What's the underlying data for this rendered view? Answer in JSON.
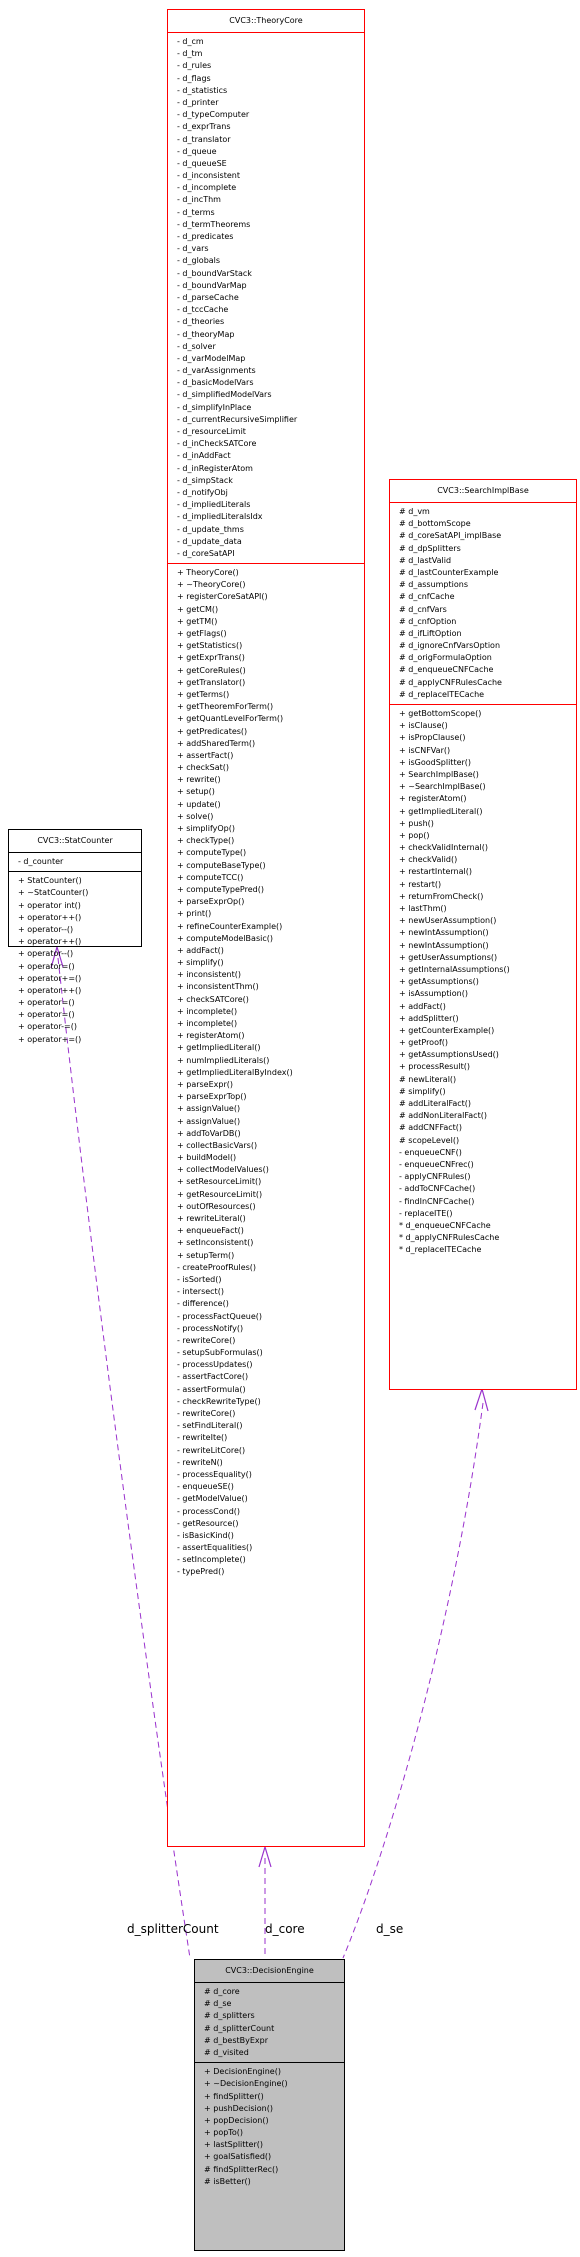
{
  "classes": {
    "theory_core": {
      "name": "CVC3::TheoryCore",
      "attributes": [
        "- d_cm",
        "- d_tm",
        "- d_rules",
        "- d_flags",
        "- d_statistics",
        "- d_printer",
        "- d_typeComputer",
        "- d_exprTrans",
        "- d_translator",
        "- d_queue",
        "- d_queueSE",
        "- d_inconsistent",
        "- d_incomplete",
        "- d_incThm",
        "- d_terms",
        "- d_termTheorems",
        "- d_predicates",
        "- d_vars",
        "- d_globals",
        "- d_boundVarStack",
        "- d_boundVarMap",
        "- d_parseCache",
        "- d_tccCache",
        "- d_theories",
        "- d_theoryMap",
        "- d_solver",
        "- d_varModelMap",
        "- d_varAssignments",
        "- d_basicModelVars",
        "- d_simplifiedModelVars",
        "- d_simplifyInPlace",
        "- d_currentRecursiveSimplifier",
        "- d_resourceLimit",
        "- d_inCheckSATCore",
        "- d_inAddFact",
        "- d_inRegisterAtom",
        "- d_simpStack",
        "- d_notifyObj",
        "- d_impliedLiterals",
        "- d_impliedLiteralsIdx",
        "- d_update_thms",
        "- d_update_data",
        "- d_coreSatAPI"
      ],
      "methods": [
        "+ TheoryCore()",
        "+ ~TheoryCore()",
        "+ registerCoreSatAPI()",
        "+ getCM()",
        "+ getTM()",
        "+ getFlags()",
        "+ getStatistics()",
        "+ getExprTrans()",
        "+ getCoreRules()",
        "+ getTranslator()",
        "+ getTerms()",
        "+ getTheoremForTerm()",
        "+ getQuantLevelForTerm()",
        "+ getPredicates()",
        "+ addSharedTerm()",
        "+ assertFact()",
        "+ checkSat()",
        "+ rewrite()",
        "+ setup()",
        "+ update()",
        "+ solve()",
        "+ simplifyOp()",
        "+ checkType()",
        "+ computeType()",
        "+ computeBaseType()",
        "+ computeTCC()",
        "+ computeTypePred()",
        "+ parseExprOp()",
        "+ print()",
        "+ refineCounterExample()",
        "+ computeModelBasic()",
        "+ addFact()",
        "+ simplify()",
        "+ inconsistent()",
        "+ inconsistentThm()",
        "+ checkSATCore()",
        "+ incomplete()",
        "+ incomplete()",
        "+ registerAtom()",
        "+ getImpliedLiteral()",
        "+ numImpliedLiterals()",
        "+ getImpliedLiteralByIndex()",
        "+ parseExpr()",
        "+ parseExprTop()",
        "+ assignValue()",
        "+ assignValue()",
        "+ addToVarDB()",
        "+ collectBasicVars()",
        "+ buildModel()",
        "+ collectModelValues()",
        "+ setResourceLimit()",
        "+ getResourceLimit()",
        "+ outOfResources()",
        "+ rewriteLiteral()",
        "+ enqueueFact()",
        "+ setInconsistent()",
        "+ setupTerm()",
        "- createProofRules()",
        "- isSorted()",
        "- intersect()",
        "- difference()",
        "- processFactQueue()",
        "- processNotify()",
        "- rewriteCore()",
        "- setupSubFormulas()",
        "- processUpdates()",
        "- assertFactCore()",
        "- assertFormula()",
        "- checkRewriteType()",
        "- rewriteCore()",
        "- setFindLiteral()",
        "- rewriteIte()",
        "- rewriteLitCore()",
        "- rewriteN()",
        "- processEquality()",
        "- enqueueSE()",
        "- getModelValue()",
        "- processCond()",
        "- getResource()",
        "- isBasicKind()",
        "- assertEqualities()",
        "- setIncomplete()",
        "- typePred()"
      ]
    },
    "search_impl_base": {
      "name": "CVC3::SearchImplBase",
      "attributes": [
        "# d_vm",
        "# d_bottomScope",
        "# d_coreSatAPI_implBase",
        "# d_dpSplitters",
        "# d_lastValid",
        "# d_lastCounterExample",
        "# d_assumptions",
        "# d_cnfCache",
        "# d_cnfVars",
        "# d_cnfOption",
        "# d_ifLiftOption",
        "# d_ignoreCnfVarsOption",
        "# d_origFormulaOption",
        "# d_enqueueCNFCache",
        "# d_applyCNFRulesCache",
        "# d_replaceITECache"
      ],
      "methods": [
        "+ getBottomScope()",
        "+ isClause()",
        "+ isPropClause()",
        "+ isCNFVar()",
        "+ isGoodSplitter()",
        "+ SearchImplBase()",
        "+ ~SearchImplBase()",
        "+ registerAtom()",
        "+ getImpliedLiteral()",
        "+ push()",
        "+ pop()",
        "+ checkValidInternal()",
        "+ checkValid()",
        "+ restartInternal()",
        "+ restart()",
        "+ returnFromCheck()",
        "+ lastThm()",
        "+ newUserAssumption()",
        "+ newIntAssumption()",
        "+ newIntAssumption()",
        "+ getUserAssumptions()",
        "+ getInternalAssumptions()",
        "+ getAssumptions()",
        "+ isAssumption()",
        "+ addFact()",
        "+ addSplitter()",
        "+ getCounterExample()",
        "+ getProof()",
        "+ getAssumptionsUsed()",
        "+ processResult()",
        "# newLiteral()",
        "# simplify()",
        "# addLiteralFact()",
        "# addNonLiteralFact()",
        "# addCNFFact()",
        "# scopeLevel()",
        "- enqueueCNF()",
        "- enqueueCNFrec()",
        "- applyCNFRules()",
        "- addToCNFCache()",
        "- findInCNFCache()",
        "- replaceITE()",
        "* d_enqueueCNFCache",
        "* d_applyCNFRulesCache",
        "* d_replaceITECache"
      ]
    },
    "stat_counter": {
      "name": "CVC3::StatCounter",
      "attributes": [
        "- d_counter"
      ],
      "methods": [
        "+ StatCounter()",
        "+ ~StatCounter()",
        "+ operator int()",
        "+ operator++()",
        "+ operator--()",
        "+ operator++()",
        "+ operator--()",
        "+ operator=()",
        "+ operator+=()",
        "+ operator++()",
        "+ operator=()",
        "+ operator=()",
        "+ operator-=()",
        "+ operator+=()"
      ]
    },
    "decision_engine": {
      "name": "CVC3::DecisionEngine",
      "attributes": [
        "# d_core",
        "# d_se",
        "# d_splitters",
        "# d_splitterCount",
        "# d_bestByExpr",
        "# d_visited"
      ],
      "methods": [
        "+ DecisionEngine()",
        "+ ~DecisionEngine()",
        "+ findSplitter()",
        "+ pushDecision()",
        "+ popDecision()",
        "+ popTo()",
        "+ lastSplitter()",
        "+ goalSatisfied()",
        "# findSplitterRec()",
        "# isBetter()"
      ]
    }
  },
  "edge_labels": {
    "splitter_count": "d_splitterCount",
    "core": "d_core",
    "se": "d_se"
  },
  "colors": {
    "inherit_border": "#ff0000",
    "edge": "#9a32cd",
    "focus_fill": "#bfbfbf"
  }
}
